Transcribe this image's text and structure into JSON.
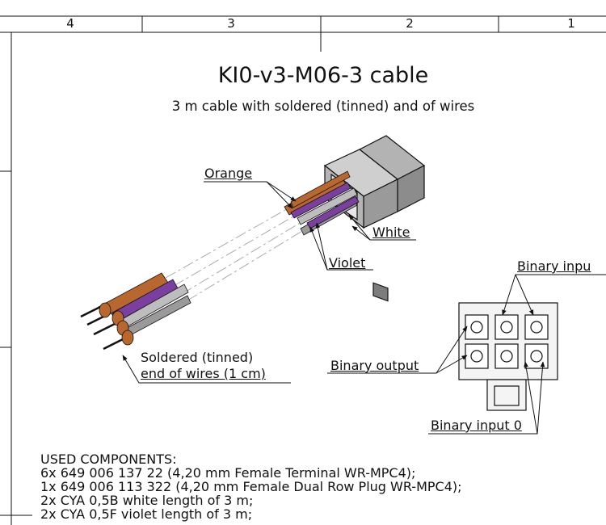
{
  "border": {
    "zones": [
      "4",
      "3",
      "2",
      "1"
    ]
  },
  "title": "KI0-v3-M06-3 cable",
  "subtitle": "3 m cable with soldered (tinned) and of wires",
  "labels": {
    "orange": "Orange",
    "white": "White",
    "violet": "Violet",
    "soldered_line1": "Soldered (tinned)",
    "soldered_line2": "end of wires (1 cm)",
    "binary_input_1": "Binary inpu",
    "binary_output": "Binary output",
    "binary_input_0": "Binary input 0"
  },
  "components": {
    "heading": "USED COMPONENTS:",
    "items": [
      "6x  649 006 137 22 (4,20 mm Female Terminal WR-MPC4);",
      "1x  649 006 113 322 (4,20 mm Female Dual Row Plug WR-MPC4);",
      "2x CYA 0,5B white length of 3 m;",
      "2x CYA 0,5F violet length of 3 m;"
    ]
  },
  "colors": {
    "orange_wire": "#b8672e",
    "violet_wire": "#7b3fa0",
    "white_wire": "#a9a9a9",
    "connector": "#8c8c8c",
    "line": "#111111"
  }
}
